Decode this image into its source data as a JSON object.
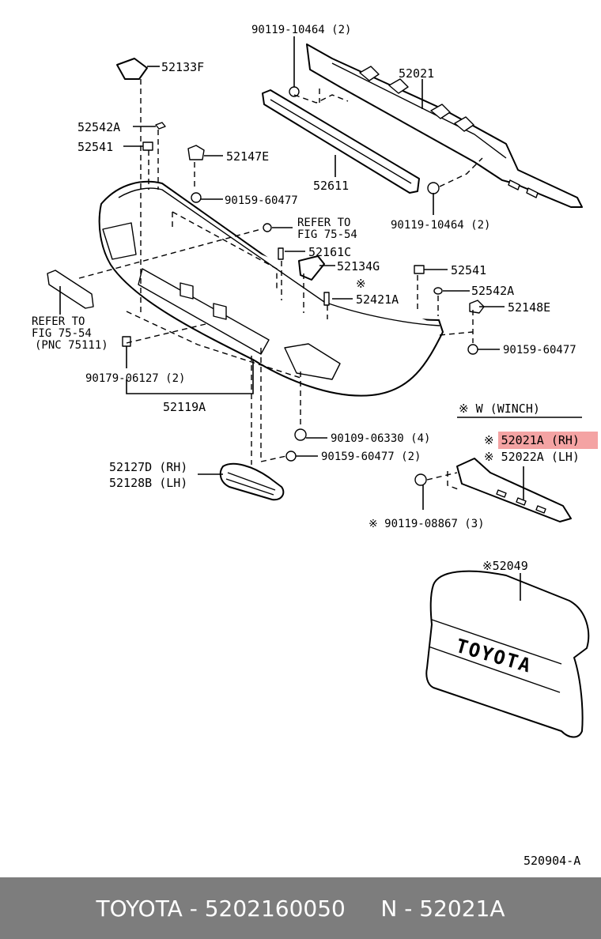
{
  "labels": {
    "p_90119_10464_top": "90119-10464 (2)",
    "p_52021": "52021",
    "p_52133F": "52133F",
    "p_52542A_left": "52542A",
    "p_52541_left": "52541",
    "p_52147E": "52147E",
    "p_52611": "52611",
    "p_90159_60477_a": "90159-60477",
    "p_90119_10464_bottom": "90119-10464 (2)",
    "refer_fig_right_1": "REFER TO",
    "refer_fig_right_2": "FIG 75-54",
    "p_52161C": "52161C",
    "p_52134G": "52134G",
    "p_52541_right": "52541",
    "p_52421A_mark": "※",
    "p_52421A": "52421A",
    "p_52542A_right": "52542A",
    "p_52148E": "52148E",
    "refer_fig_left_1": "REFER TO",
    "refer_fig_left_2": "FIG 75-54",
    "refer_fig_left_3": "(PNC 75111)",
    "p_90159_60477_b": "90159-60477",
    "p_90179_06127": "90179-06127 (2)",
    "p_52119A": "52119A",
    "winch_header": "※ W (WINCH)",
    "p_90109_06330": "90109-06330 (4)",
    "p_52021A_rh": "※ 52021A (RH)",
    "p_52022A_lh": "※ 52022A (LH)",
    "p_90159_60477_c": "90159-60477 (2)",
    "p_52127D": "52127D (RH)",
    "p_52128B": "52128B (LH)",
    "p_90119_08867": "※ 90119-08867 (3)",
    "p_52049": "※52049",
    "emblem_text": "TOYOTA",
    "figure_code": "520904-A"
  },
  "highlight_color": "#f4a3a3",
  "footer": {
    "brand": "TOYOTA",
    "sep1": " - ",
    "part_number": "5202160050",
    "gap": "     ",
    "n_prefix": "N",
    "sep2": " - ",
    "part_code": "52021A",
    "background": "#7d7d7d"
  }
}
